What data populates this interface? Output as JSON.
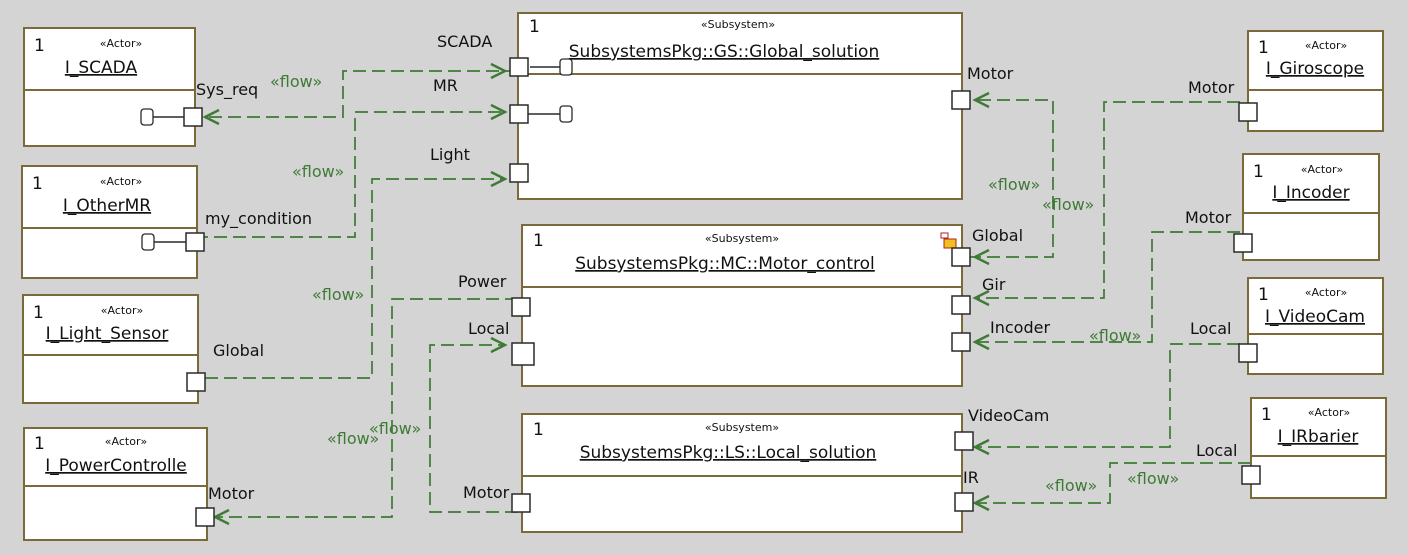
{
  "diagram": {
    "subsystems": [
      {
        "id": "gs",
        "multiplicity": "1",
        "stereotype": "«Subsystem»",
        "name": "SubsystemsPkg::GS::Global_solution",
        "ports": {
          "scada": "SCADA",
          "mr": "MR",
          "light": "Light",
          "motor": "Motor"
        }
      },
      {
        "id": "mc",
        "multiplicity": "1",
        "stereotype": "«Subsystem»",
        "name": "SubsystemsPkg::MC::Motor_control",
        "ports": {
          "power": "Power",
          "local": "Local",
          "global": "Global",
          "gir": "Gir",
          "incoder": "Incoder"
        }
      },
      {
        "id": "ls",
        "multiplicity": "1",
        "stereotype": "«Subsystem»",
        "name": "SubsystemsPkg::LS::Local_solution",
        "ports": {
          "motor": "Motor",
          "videocam": "VideoCam",
          "ir": "IR"
        }
      }
    ],
    "actors": [
      {
        "id": "scada",
        "multiplicity": "1",
        "stereotype": "«Actor»",
        "name": "I_SCADA",
        "port": "Sys_req"
      },
      {
        "id": "othermr",
        "multiplicity": "1",
        "stereotype": "«Actor»",
        "name": "I_OtherMR",
        "port": "my_condition"
      },
      {
        "id": "light",
        "multiplicity": "1",
        "stereotype": "«Actor»",
        "name": "I_Light_Sensor",
        "port": "Global"
      },
      {
        "id": "power",
        "multiplicity": "1",
        "stereotype": "«Actor»",
        "name": "I_PowerControlle",
        "port": "Motor"
      },
      {
        "id": "giro",
        "multiplicity": "1",
        "stereotype": "«Actor»",
        "name": "I_Giroscope",
        "port": "Motor"
      },
      {
        "id": "incoder",
        "multiplicity": "1",
        "stereotype": "«Actor»",
        "name": "I_Incoder",
        "port": "Motor"
      },
      {
        "id": "videocam",
        "multiplicity": "1",
        "stereotype": "«Actor»",
        "name": "I_VideoCam",
        "port": "Local"
      },
      {
        "id": "irbarier",
        "multiplicity": "1",
        "stereotype": "«Actor»",
        "name": "I_IRbarier",
        "port": "Local"
      }
    ],
    "flow_label": "«flow»",
    "colors": {
      "background": "#d4d4d4",
      "box_border": "#7a6a3a",
      "flow": "#3e7a35",
      "text": "#111111"
    }
  }
}
